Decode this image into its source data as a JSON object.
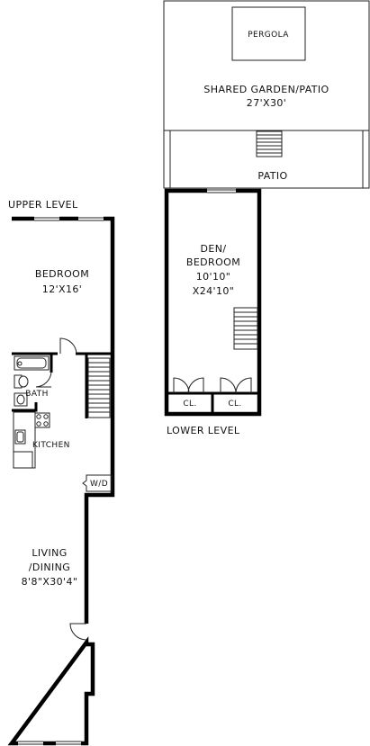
{
  "lower_level": {
    "pergola": "PERGOLA",
    "garden_name": "SHARED GARDEN/PATIO",
    "garden_dim": "27'X30'",
    "patio": "PATIO",
    "den_line1": "DEN/",
    "den_line2": "BEDROOM",
    "den_line3": "10'10\"",
    "den_line4": "X24'10\"",
    "closet1": "CL.",
    "closet2": "CL.",
    "level_label": "LOWER LEVEL"
  },
  "upper_level": {
    "level_label": "UPPER LEVEL",
    "bedroom_name": "BEDROOM",
    "bedroom_dim": "12'X16'",
    "bath": "BATH",
    "kitchen": "KITCHEN",
    "wd": "W/D",
    "living_line1": "LIVING",
    "living_line2": "/DINING",
    "living_dim": "8'8\"X30'4\""
  }
}
